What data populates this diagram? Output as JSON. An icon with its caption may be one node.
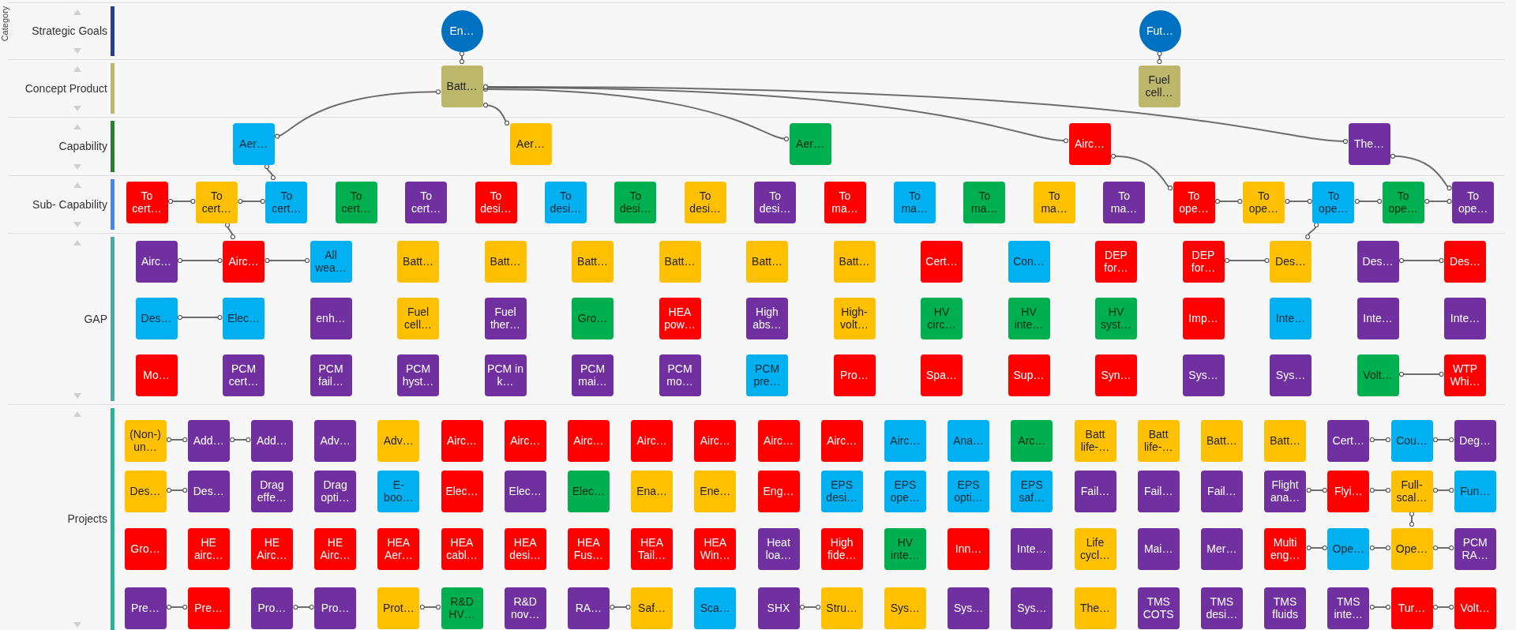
{
  "diagram": {
    "nodes": [
      {
        "text": [
          "Strategic Goals"
        ]
      },
      {
        "text": [
          "En…"
        ],
        "in": 0
      },
      {
        "text": [
          "Fut…"
        ],
        "in": 0
      },
      {
        "text": [
          "Concept Product"
        ]
      },
      {
        "text": [
          "Batt…"
        ],
        "in": 3
      },
      {
        "text": [
          "Fuel cell…"
        ],
        "in": 3
      },
      {
        "text": [
          "Capability"
        ]
      },
      {
        "text": [
          "Aer…"
        ],
        "in": 6
      },
      {
        "text": [
          "Aer…"
        ],
        "in": 6
      },
      {
        "text": [
          "Aer…"
        ],
        "in": 6
      },
      {
        "text": [
          "Airc…"
        ],
        "in": 6
      },
      {
        "text": [
          "The…"
        ],
        "in": 6
      },
      {
        "text": [
          "Sub- Capability"
        ]
      },
      {
        "text": [
          "To cert…"
        ],
        "in": 12
      },
      {
        "text": [
          "To cert…"
        ],
        "in": 12
      },
      {
        "text": [
          "To cert…"
        ],
        "in": 12
      },
      {
        "text": [
          "To cert…"
        ],
        "in": 12
      },
      {
        "text": [
          "To cert…"
        ],
        "in": 12
      },
      {
        "text": [
          "To desi…"
        ],
        "in": 12
      },
      {
        "text": [
          "To desi…"
        ],
        "in": 12
      },
      {
        "text": [
          "To desi…"
        ],
        "in": 12
      },
      {
        "text": [
          "To desi…"
        ],
        "in": 12
      },
      {
        "text": [
          "To desi…"
        ],
        "in": 12
      },
      {
        "text": [
          "To ma…"
        ],
        "in": 12
      },
      {
        "text": [
          "To ma…"
        ],
        "in": 12
      },
      {
        "text": [
          "To ma…"
        ],
        "in": 12
      },
      {
        "text": [
          "To ma…"
        ],
        "in": 12
      },
      {
        "text": [
          "To ma…"
        ],
        "in": 12
      },
      {
        "text": [
          "To ope…"
        ],
        "in": 12
      },
      {
        "text": [
          "To ope…"
        ],
        "in": 12
      },
      {
        "text": [
          "To ope…"
        ],
        "in": 12
      },
      {
        "text": [
          "To ope…"
        ],
        "in": 12
      },
      {
        "text": [
          "To ope…"
        ],
        "in": 12
      },
      {
        "text": [
          "GAP"
        ]
      },
      {
        "text": [
          "Airc…"
        ],
        "in": 33
      },
      {
        "text": [
          "Airc…"
        ],
        "in": 33
      },
      {
        "text": [
          "All wea…"
        ],
        "in": 33
      },
      {
        "text": [
          "Batt…"
        ],
        "in": 33
      },
      {
        "text": [
          "Batt…"
        ],
        "in": 33
      },
      {
        "text": [
          "Batt…"
        ],
        "in": 33
      },
      {
        "text": [
          "Batt…"
        ],
        "in": 33
      },
      {
        "text": [
          "Batt…"
        ],
        "in": 33
      },
      {
        "text": [
          "Batt…"
        ],
        "in": 33
      },
      {
        "text": [
          "Cert…"
        ],
        "in": 33
      },
      {
        "text": [
          "Con…"
        ],
        "in": 33
      },
      {
        "text": [
          "DEP for…"
        ],
        "in": 33
      },
      {
        "text": [
          "DEP for…"
        ],
        "in": 33
      },
      {
        "text": [
          "Des…"
        ],
        "in": 33
      },
      {
        "text": [
          "Des…"
        ],
        "in": 33
      },
      {
        "text": [
          "Des…"
        ],
        "in": 33
      },
      {
        "text": [
          "Des…"
        ],
        "in": 33
      },
      {
        "text": [
          "Elec…"
        ],
        "in": 33
      },
      {
        "text": [
          "enh…"
        ],
        "in": 33
      },
      {
        "text": [
          "Fuel cell…"
        ],
        "in": 33
      },
      {
        "text": [
          "Fuel ther…"
        ],
        "in": 33
      },
      {
        "text": [
          "Gro…"
        ],
        "in": 33
      },
      {
        "text": [
          "HEA pow…"
        ],
        "in": 33
      },
      {
        "text": [
          "High abs…"
        ],
        "in": 33
      },
      {
        "text": [
          "High-volt…"
        ],
        "in": 33
      },
      {
        "text": [
          "HV circ…"
        ],
        "in": 33
      },
      {
        "text": [
          "HV inte…"
        ],
        "in": 33
      },
      {
        "text": [
          "HV syst…"
        ],
        "in": 33
      },
      {
        "text": [
          "Imp…"
        ],
        "in": 33
      },
      {
        "text": [
          "Inte…"
        ],
        "in": 33
      },
      {
        "text": [
          "Inte…"
        ],
        "in": 33
      },
      {
        "text": [
          "Inte…"
        ],
        "in": 33
      },
      {
        "text": [
          "Mo…"
        ],
        "in": 33
      },
      {
        "text": [
          "PCM cert…"
        ],
        "in": 33
      },
      {
        "text": [
          "PCM fail…"
        ],
        "in": 33
      },
      {
        "text": [
          "PCM hyst…"
        ],
        "in": 33
      },
      {
        "text": [
          "PCM in k…"
        ],
        "in": 33
      },
      {
        "text": [
          "PCM mai…"
        ],
        "in": 33
      },
      {
        "text": [
          "PCM mo…"
        ],
        "in": 33
      },
      {
        "text": [
          "PCM pre…"
        ],
        "in": 33
      },
      {
        "text": [
          "Pro…"
        ],
        "in": 33
      },
      {
        "text": [
          "Spa…"
        ],
        "in": 33
      },
      {
        "text": [
          "Sup…"
        ],
        "in": 33
      },
      {
        "text": [
          "Syn…"
        ],
        "in": 33
      },
      {
        "text": [
          "Sys…"
        ],
        "in": 33
      },
      {
        "text": [
          "Sys…"
        ],
        "in": 33
      },
      {
        "text": [
          "Volt…"
        ],
        "in": 33
      },
      {
        "text": [
          "WTP Whi…"
        ],
        "in": 33
      },
      {
        "text": [
          "Projects"
        ]
      },
      {
        "text": [
          "(Non-) un…"
        ],
        "in": 82
      },
      {
        "text": [
          "Add…"
        ],
        "in": 82
      },
      {
        "text": [
          "Add…"
        ],
        "in": 82
      },
      {
        "text": [
          "Adv…"
        ],
        "in": 82
      },
      {
        "text": [
          "Adv…"
        ],
        "in": 82
      },
      {
        "text": [
          "Airc…"
        ],
        "in": 82
      },
      {
        "text": [
          "Airc…"
        ],
        "in": 82
      },
      {
        "text": [
          "Airc…"
        ],
        "in": 82
      },
      {
        "text": [
          "Airc…"
        ],
        "in": 82
      },
      {
        "text": [
          "Airc…"
        ],
        "in": 82
      },
      {
        "text": [
          "Airc…"
        ],
        "in": 82
      },
      {
        "text": [
          "Airc…"
        ],
        "in": 82
      },
      {
        "text": [
          "Airc…"
        ],
        "in": 82
      },
      {
        "text": [
          "Ana…"
        ],
        "in": 82
      },
      {
        "text": [
          "Arc…"
        ],
        "in": 82
      },
      {
        "text": [
          "Batt life-…"
        ],
        "in": 82
      },
      {
        "text": [
          "Batt life-…"
        ],
        "in": 82
      },
      {
        "text": [
          "Batt…"
        ],
        "in": 82
      },
      {
        "text": [
          "Batt…"
        ],
        "in": 82
      },
      {
        "text": [
          "Cert…"
        ],
        "in": 82
      },
      {
        "text": [
          "Cou…"
        ],
        "in": 82
      },
      {
        "text": [
          "Deg…"
        ],
        "in": 82
      },
      {
        "text": [
          "Des…"
        ],
        "in": 82
      },
      {
        "text": [
          "Des…"
        ],
        "in": 82
      },
      {
        "text": [
          "Drag effe…"
        ],
        "in": 82
      },
      {
        "text": [
          "Drag opti…"
        ],
        "in": 82
      },
      {
        "text": [
          "E-boo…"
        ],
        "in": 82
      },
      {
        "text": [
          "Elec…"
        ],
        "in": 82
      },
      {
        "text": [
          "Elec…"
        ],
        "in": 82
      },
      {
        "text": [
          "Elec…"
        ],
        "in": 82
      },
      {
        "text": [
          "Ena…"
        ],
        "in": 82
      },
      {
        "text": [
          "Ene…"
        ],
        "in": 82
      },
      {
        "text": [
          "Eng…"
        ],
        "in": 82
      },
      {
        "text": [
          "EPS desi…"
        ],
        "in": 82
      },
      {
        "text": [
          "EPS ope…"
        ],
        "in": 82
      },
      {
        "text": [
          "EPS opti…"
        ],
        "in": 82
      },
      {
        "text": [
          "EPS saf…"
        ],
        "in": 82
      },
      {
        "text": [
          "Fail…"
        ],
        "in": 82
      },
      {
        "text": [
          "Fail…"
        ],
        "in": 82
      },
      {
        "text": [
          "Fail…"
        ],
        "in": 82
      },
      {
        "text": [
          "Flight ana…"
        ],
        "in": 82
      },
      {
        "text": [
          "Flyi…"
        ],
        "in": 82
      },
      {
        "text": [
          "Full-scal…"
        ],
        "in": 82
      },
      {
        "text": [
          "Fun…"
        ],
        "in": 82
      },
      {
        "text": [
          "Gro…"
        ],
        "in": 82
      },
      {
        "text": [
          "HE airc…"
        ],
        "in": 82
      },
      {
        "text": [
          "HE Airc…"
        ],
        "in": 82
      },
      {
        "text": [
          "HE Airc…"
        ],
        "in": 82
      },
      {
        "text": [
          "HEA Aer…"
        ],
        "in": 82
      },
      {
        "text": [
          "HEA cabl…"
        ],
        "in": 82
      },
      {
        "text": [
          "HEA desi…"
        ],
        "in": 82
      },
      {
        "text": [
          "HEA Fus…"
        ],
        "in": 82
      },
      {
        "text": [
          "HEA Tail…"
        ],
        "in": 82
      },
      {
        "text": [
          "HEA Win…"
        ],
        "in": 82
      },
      {
        "text": [
          "Heat loa…"
        ],
        "in": 82
      },
      {
        "text": [
          "High fide…"
        ],
        "in": 82
      },
      {
        "text": [
          "HV inte…"
        ],
        "in": 82
      },
      {
        "text": [
          "Inn…"
        ],
        "in": 82
      },
      {
        "text": [
          "Inte…"
        ],
        "in": 82
      },
      {
        "text": [
          "Life cycl…"
        ],
        "in": 82
      },
      {
        "text": [
          "Mai…"
        ],
        "in": 82
      },
      {
        "text": [
          "Mer…"
        ],
        "in": 82
      },
      {
        "text": [
          "Multi eng…"
        ],
        "in": 82
      },
      {
        "text": [
          "Ope…"
        ],
        "in": 82
      },
      {
        "text": [
          "Ope…"
        ],
        "in": 82
      },
      {
        "text": [
          "PCM RA…"
        ],
        "in": 82
      },
      {
        "text": [
          "Pre…"
        ],
        "in": 82
      },
      {
        "text": [
          "Pre…"
        ],
        "in": 82
      },
      {
        "text": [
          "Pro…"
        ],
        "in": 82
      },
      {
        "text": [
          "Pro…"
        ],
        "in": 82
      },
      {
        "text": [
          "Prot…"
        ],
        "in": 82
      },
      {
        "text": [
          "R&D HV…"
        ],
        "in": 82
      },
      {
        "text": [
          "R&D nov…"
        ],
        "in": 82
      },
      {
        "text": [
          "RA…"
        ],
        "in": 82
      },
      {
        "text": [
          "Saf…"
        ],
        "in": 82
      },
      {
        "text": [
          "Sca…"
        ],
        "in": 82
      },
      {
        "text": [
          "SHX"
        ],
        "in": 82
      },
      {
        "text": [
          "Stru…"
        ],
        "in": 82
      },
      {
        "text": [
          "Sys…"
        ],
        "in": 82
      },
      {
        "text": [
          "Sys…"
        ],
        "in": 82
      },
      {
        "text": [
          "Sys…"
        ],
        "in": 82
      },
      {
        "text": [
          "The…"
        ],
        "in": 82
      },
      {
        "text": [
          "TMS COTS"
        ],
        "in": 82
      },
      {
        "text": [
          "TMS desi…"
        ],
        "in": 82
      },
      {
        "text": [
          "TMS fluids"
        ],
        "in": 82
      },
      {
        "text": [
          "TMS inte…"
        ],
        "in": 82
      },
      {
        "text": [
          "Tur…"
        ],
        "in": 82
      },
      {
        "text": [
          "Volt…"
        ],
        "in": 82
      }
    ],
    "edges": [
      {
        "from": 1,
        "to": 4,
        "arrow": "other"
      },
      {
        "from": 2,
        "to": 5,
        "arrow": "other"
      },
      {
        "from": 4,
        "to": 7,
        "arrow": "other"
      },
      {
        "from": 4,
        "to": 8,
        "arrow": "other"
      },
      {
        "from": 4,
        "to": 9,
        "arrow": "other"
      },
      {
        "from": 4,
        "to": 10,
        "arrow": "other"
      },
      {
        "from": 4,
        "to": 11,
        "arrow": "other"
      },
      {
        "from": 7,
        "to": 15,
        "arrow": "other"
      },
      {
        "from": 13,
        "to": 14,
        "arrow": "other"
      },
      {
        "from": 14,
        "to": 15,
        "arrow": "other"
      },
      {
        "from": 14,
        "to": 35,
        "arrow": "other"
      },
      {
        "from": 11,
        "to": 32,
        "arrow": "other"
      },
      {
        "from": 10,
        "to": 28,
        "arrow": "other"
      },
      {
        "from": 28,
        "to": 29,
        "arrow": "other"
      },
      {
        "from": 29,
        "to": 30,
        "arrow": "other"
      },
      {
        "from": 30,
        "to": 31,
        "arrow": "other"
      },
      {
        "from": 31,
        "to": 32,
        "arrow": "other"
      },
      {
        "from": 30,
        "to": 47,
        "arrow": "other"
      },
      {
        "from": 34,
        "to": 35,
        "arrow": "other"
      },
      {
        "from": 35,
        "to": 36,
        "arrow": "other"
      },
      {
        "from": 46,
        "to": 47,
        "arrow": "other"
      },
      {
        "from": 48,
        "to": 49,
        "arrow": "other"
      },
      {
        "from": 50,
        "to": 51,
        "arrow": "other"
      },
      {
        "from": 80,
        "to": 81,
        "arrow": "other"
      },
      {
        "from": 83,
        "to": 84,
        "arrow": "other"
      },
      {
        "from": 84,
        "to": 85,
        "arrow": "other"
      },
      {
        "from": 102,
        "to": 103,
        "arrow": "other"
      },
      {
        "from": 103,
        "to": 104,
        "arrow": "other"
      },
      {
        "from": 105,
        "to": 106,
        "arrow": "other"
      },
      {
        "from": 123,
        "to": 124,
        "arrow": "other"
      },
      {
        "from": 124,
        "to": 125,
        "arrow": "other"
      },
      {
        "from": 125,
        "to": 126,
        "arrow": "other"
      },
      {
        "from": 125,
        "to": 147,
        "arrow": "other"
      },
      {
        "from": 145,
        "to": 146,
        "arrow": "other"
      },
      {
        "from": 146,
        "to": 147,
        "arrow": "other"
      },
      {
        "from": 147,
        "to": 148,
        "arrow": "other"
      },
      {
        "from": 149,
        "to": 150,
        "arrow": "other"
      },
      {
        "from": 151,
        "to": 152,
        "arrow": "other"
      },
      {
        "from": 153,
        "to": 154,
        "arrow": "other"
      },
      {
        "from": 156,
        "to": 157,
        "arrow": "other"
      },
      {
        "from": 159,
        "to": 160,
        "arrow": "other"
      },
      {
        "from": 168,
        "to": 169,
        "arrow": "other"
      },
      {
        "from": 169,
        "to": 170,
        "arrow": "other"
      }
    ],
    "labels": [
      "Category"
    ]
  }
}
